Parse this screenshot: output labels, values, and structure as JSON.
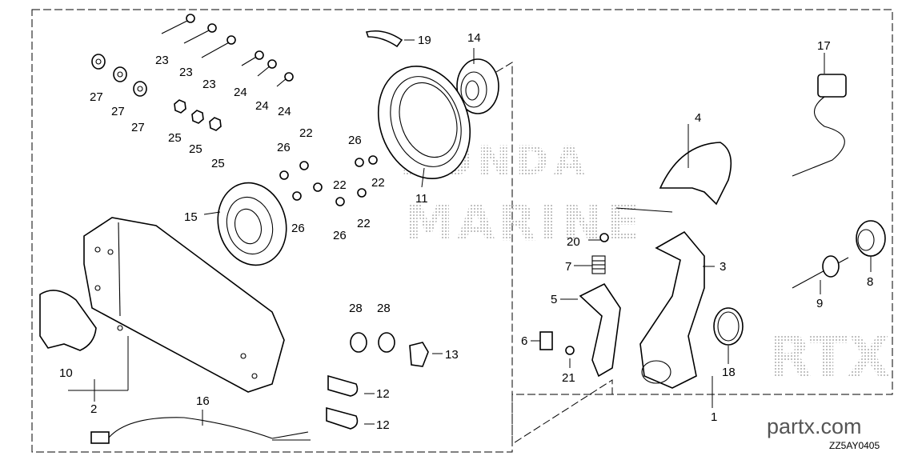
{
  "callouts": {
    "c1": "1",
    "c2": "2",
    "c3": "3",
    "c4": "4",
    "c5": "5",
    "c6": "6",
    "c7": "7",
    "c8": "8",
    "c9": "9",
    "c10": "10",
    "c11": "11",
    "c12a": "12",
    "c12b": "12",
    "c13": "13",
    "c14": "14",
    "c15": "15",
    "c16": "16",
    "c17": "17",
    "c18": "18",
    "c19": "19",
    "c20": "20",
    "c21": "21",
    "c22a": "22",
    "c22b": "22",
    "c22c": "22",
    "c22d": "22",
    "c23a": "23",
    "c23b": "23",
    "c23c": "23",
    "c24a": "24",
    "c24b": "24",
    "c24c": "24",
    "c25a": "25",
    "c25b": "25",
    "c25c": "25",
    "c26a": "26",
    "c26b": "26",
    "c26c": "26",
    "c26d": "26",
    "c27a": "27",
    "c27b": "27",
    "c27c": "27",
    "c28a": "28",
    "c28b": "28"
  },
  "watermark": "HONDA MARINE",
  "site": "partx.com",
  "diagram_code": "ZZ5AY0405"
}
